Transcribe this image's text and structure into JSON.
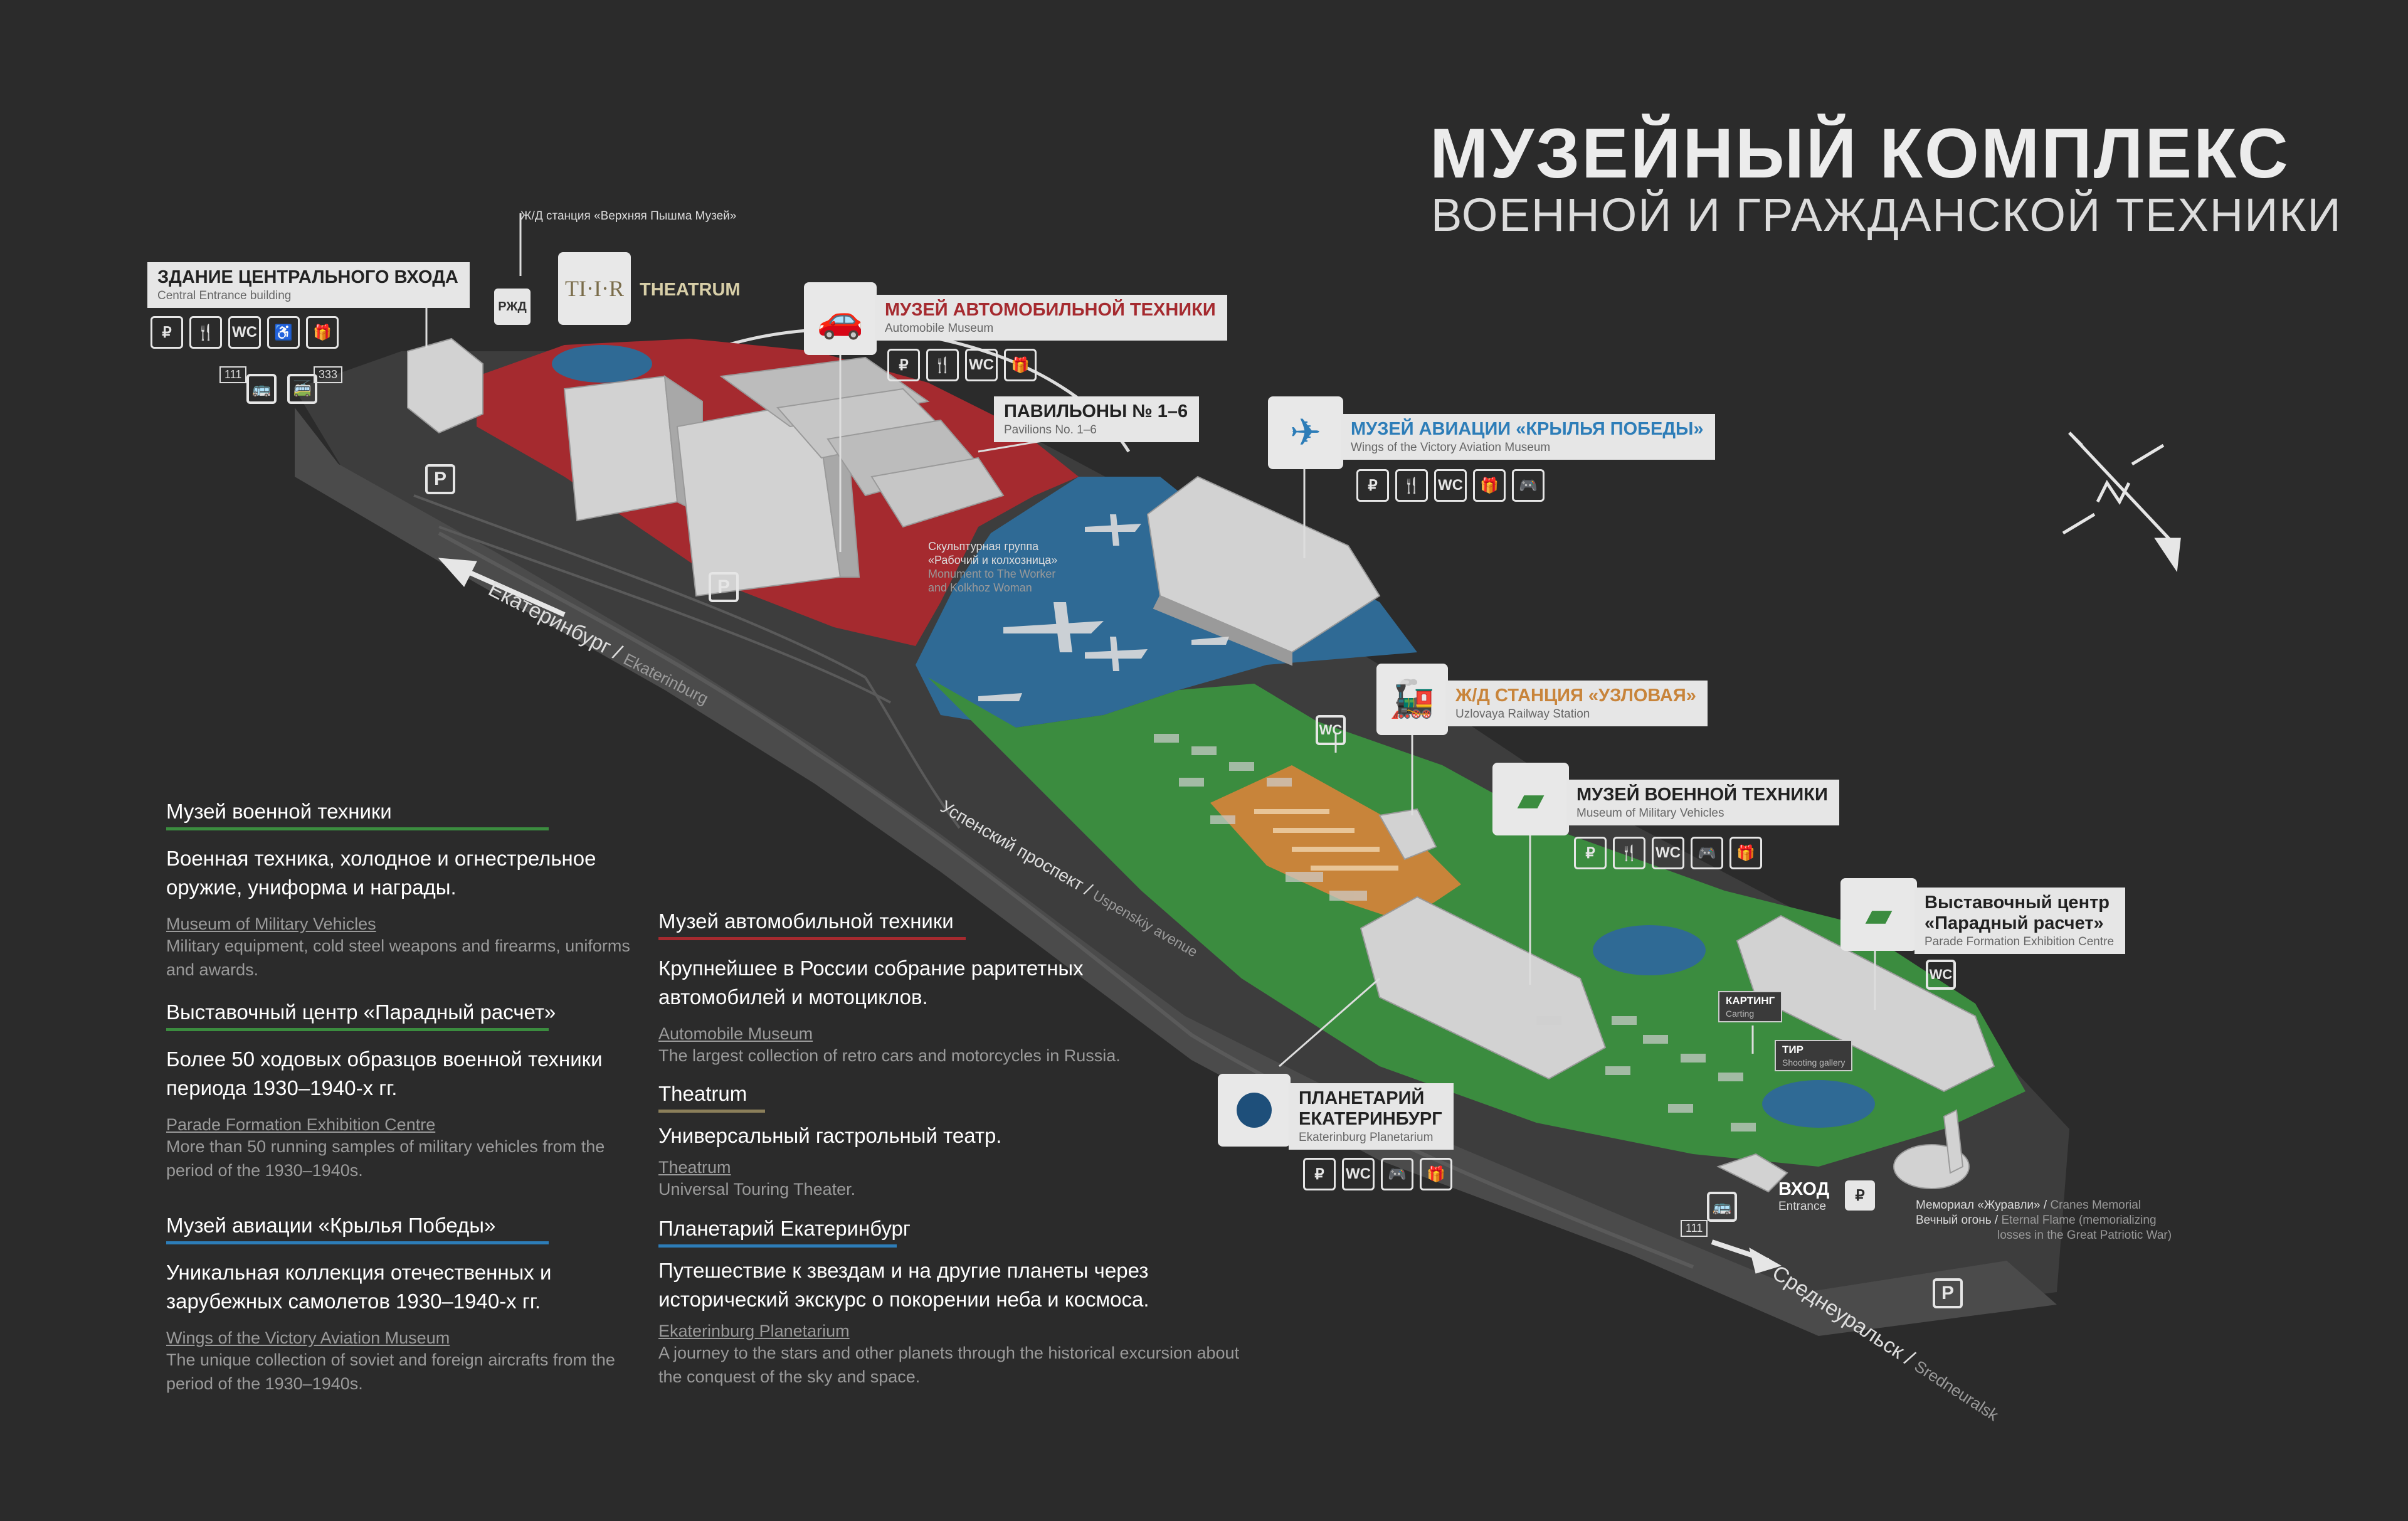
{
  "title": {
    "main": "МУЗЕЙНЫЙ КОМПЛЕКС",
    "sub": "ВОЕННОЙ И ГРАЖДАНСКОЙ ТЕХНИКИ"
  },
  "colors": {
    "background": "#2b2b2b",
    "automobile_zone": "#a52a2f",
    "aviation_zone": "#2f6a95",
    "military_zone": "#3b8c3f",
    "railway_zone": "#c8843a",
    "theatrum_underline": "#8b7f5a",
    "planetarium_underline": "#2d7db8"
  },
  "labels": {
    "central_entrance": {
      "ru": "ЗДАНИЕ ЦЕНТРАЛЬНОГО ВХОДА",
      "en": "Central Entrance building"
    },
    "rzd_station": "Ж/Д станция «Верхняя Пышма Музей»",
    "theatrum": {
      "logo": "TI·I·R",
      "ru": "THEATRUM"
    },
    "automobile": {
      "ru": "МУЗЕЙ АВТОМОБИЛЬНОЙ ТЕХНИКИ",
      "en": "Automobile Museum"
    },
    "pavilions": {
      "ru": "ПАВИЛЬОНЫ № 1–6",
      "en": "Pavilions No. 1–6"
    },
    "aviation": {
      "ru": "МУЗЕЙ АВИАЦИИ «КРЫЛЬЯ ПОБЕДЫ»",
      "en": "Wings of the Victory Aviation Museum"
    },
    "sculpture": {
      "ru1": "Скульптурная группа",
      "ru2": "«Рабочий и колхозница»",
      "en1": "Monument to The Worker",
      "en2": "and Kolkhoz Woman"
    },
    "uzlovaya": {
      "ru": "Ж/Д СТАНЦИЯ «УЗЛОВАЯ»",
      "en": "Uzlovaya Railway Station"
    },
    "military": {
      "ru": "МУЗЕЙ ВОЕННОЙ ТЕХНИКИ",
      "en": "Museum of Military Vehicles"
    },
    "parade": {
      "ru1": "Выставочный центр",
      "ru2": "«Парадный расчет»",
      "en": "Parade Formation Exhibition Centre"
    },
    "planetarium": {
      "ru1": "ПЛАНЕТАРИЙ",
      "ru2": "ЕКАТЕРИНБУРГ",
      "en": "Ekaterinburg Planetarium"
    },
    "karting": {
      "ru": "КАРТИНГ",
      "en": "Carting"
    },
    "tir": {
      "ru": "ТИР",
      "en": "Shooting gallery"
    },
    "entrance": {
      "ru": "ВХОД",
      "en": "Entrance"
    },
    "cranes": {
      "ru1": "Мемориал «Журавли»",
      "en1": "Cranes Memorial",
      "ru2": "Вечный огонь",
      "en2": "Eternal Flame (memorializing",
      "en3": "losses in the Great Patriotic War)"
    }
  },
  "roads": {
    "ekaterinburg": {
      "ru": "Екатеринбург",
      "en": "Ekaterinburg"
    },
    "uspensky": {
      "ru": "Успенский проспект",
      "en": "Uspenskiy avenue"
    },
    "sredneuralsk": {
      "ru": "Среднеуральск",
      "en": "Sredneuralsk"
    }
  },
  "bus_routes": {
    "a": "111",
    "b": "333",
    "c": "111"
  },
  "amenities": {
    "wc": "WC",
    "parking": "P"
  },
  "legend": [
    {
      "id": "military",
      "title": "Музей военной техники",
      "color": "#3b8c3f",
      "desc": "Военная техника, холодное и огнестрельное оружие, униформа и награды.",
      "en_title": "Museum of Military Vehicles",
      "en_desc": "Military equipment, cold steel weapons and firearms, uniforms and awards."
    },
    {
      "id": "parade",
      "title": "Выставочный центр «Парадный расчет»",
      "color": "#3b8c3f",
      "desc": "Более 50 ходовых образцов военной техники периода 1930–1940-х гг.",
      "en_title": "Parade Formation Exhibition Centre",
      "en_desc": "More than 50 running samples of military vehicles from the period of the 1930–1940s."
    },
    {
      "id": "aviation",
      "title": "Музей авиации «Крылья Победы»",
      "color": "#2d7db8",
      "desc": "Уникальная коллекция отечественных и зарубежных самолетов 1930–1940-х гг.",
      "en_title": "Wings of the Victory Aviation Museum",
      "en_desc": "The unique collection of soviet and foreign aircrafts from the period of the 1930–1940s."
    },
    {
      "id": "automobile",
      "title": "Музей автомобильной техники",
      "color": "#a52a2f",
      "desc": "Крупнейшее в России собрание раритетных автомобилей и мотоциклов.",
      "en_title": "Automobile Museum",
      "en_desc": "The largest collection of retro cars and motorcycles in Russia."
    },
    {
      "id": "theatrum",
      "title": "Theatrum",
      "color": "#8b7f5a",
      "desc": "Универсальный гастрольный театр.",
      "en_title": "Theatrum",
      "en_desc": "Universal Touring Theater."
    },
    {
      "id": "planetarium",
      "title": "Планетарий Екатеринбург",
      "color": "#2d7db8",
      "desc": "Путешествие к звездам и на другие планеты через исторический экскурс о покорении неба и космоса.",
      "en_title": "Ekaterinburg Planetarium",
      "en_desc": "A journey to the stars and other planets through the historical excursion about the conquest of the sky and space."
    }
  ]
}
